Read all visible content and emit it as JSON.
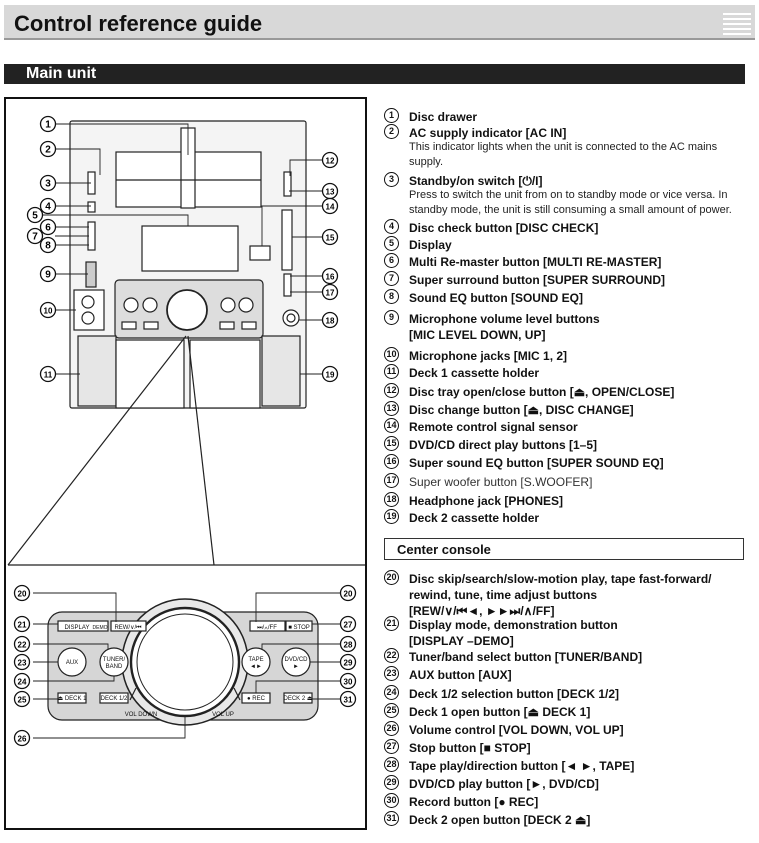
{
  "header": {
    "title": "Control reference guide"
  },
  "section": {
    "title": "Main unit"
  },
  "diagram": {
    "console_labels": {
      "display": "DISPLAY",
      "demo": "DEMO",
      "rew": "REW/∨/⏮",
      "ff": "⏭/∧/FF",
      "stop": "■ STOP",
      "aux": "AUX",
      "tuner": "TUNER/",
      "band": "BAND",
      "tape": "TAPE",
      "tape_arrows": "◄►",
      "dvdcd": "DVD/CD",
      "play": "►",
      "deck1": "⏏ DECK 1",
      "deck12": "DECK 1/2",
      "rec": "● REC",
      "deck2": "DECK 2 ⏏",
      "vol_down": "VOL DOWN",
      "vol_up": "VOL UP"
    }
  },
  "main_unit_items": [
    {
      "num": "1",
      "text": "Disc drawer"
    },
    {
      "num": "2",
      "text": "AC supply indicator [AC IN]",
      "desc": "This indicator lights when the unit is connected to the AC mains supply."
    },
    {
      "num": "3",
      "text": "Standby/on switch [⏻/I]",
      "desc": "Press to switch the unit from on to standby mode or vice versa. In standby mode, the unit is still consuming a small amount of power."
    },
    {
      "num": "4",
      "text": "Disc check button [DISC CHECK]"
    },
    {
      "num": "5",
      "text": "Display"
    },
    {
      "num": "6",
      "text": "Multi Re-master button [MULTI RE-MASTER]"
    },
    {
      "num": "7",
      "text": "Super surround button [SUPER SURROUND]"
    },
    {
      "num": "8",
      "text": "Sound EQ button [SOUND EQ]"
    },
    {
      "num": "9",
      "text": "Microphone volume level buttons",
      "text2": "[MIC LEVEL DOWN, UP]"
    },
    {
      "num": "10",
      "text": "Microphone jacks [MIC 1, 2]"
    },
    {
      "num": "11",
      "text": "Deck 1 cassette holder"
    },
    {
      "num": "12",
      "text": "Disc tray open/close button [⏏, OPEN/CLOSE]"
    },
    {
      "num": "13",
      "text": "Disc change button [⏏, DISC CHANGE]"
    },
    {
      "num": "14",
      "text": "Remote control signal sensor"
    },
    {
      "num": "15",
      "text": "DVD/CD direct play buttons [1–5]"
    },
    {
      "num": "16",
      "text": "Super sound EQ button [SUPER SOUND EQ]"
    },
    {
      "num": "17",
      "text": "Super woofer button [S.WOOFER]"
    },
    {
      "num": "18",
      "text": "Headphone jack [PHONES]"
    },
    {
      "num": "19",
      "text": "Deck 2 cassette holder"
    }
  ],
  "center_console": {
    "title": "Center console"
  },
  "console_items": [
    {
      "num": "20",
      "text": "Disc skip/search/slow-motion play, tape fast-forward/",
      "text2": "rewind, tune, time adjust buttons",
      "text3": "[REW/∨/⏮◄, ►►⏭/∧/FF]"
    },
    {
      "num": "21",
      "text": "Display mode, demonstration button",
      "text2": "[DISPLAY –DEMO]"
    },
    {
      "num": "22",
      "text": "Tuner/band select button [TUNER/BAND]"
    },
    {
      "num": "23",
      "text": "AUX button [AUX]"
    },
    {
      "num": "24",
      "text": "Deck 1/2 selection button [DECK 1/2]"
    },
    {
      "num": "25",
      "text": "Deck 1 open button [⏏ DECK 1]"
    },
    {
      "num": "26",
      "text": "Volume control [VOL DOWN, VOL UP]"
    },
    {
      "num": "27",
      "text": "Stop button [■ STOP]"
    },
    {
      "num": "28",
      "text": "Tape play/direction button [◄ ►, TAPE]"
    },
    {
      "num": "29",
      "text": "DVD/CD play button [►, DVD/CD]"
    },
    {
      "num": "30",
      "text": "Record button [● REC]"
    },
    {
      "num": "31",
      "text": "Deck 2 open button [DECK 2 ⏏]"
    }
  ]
}
